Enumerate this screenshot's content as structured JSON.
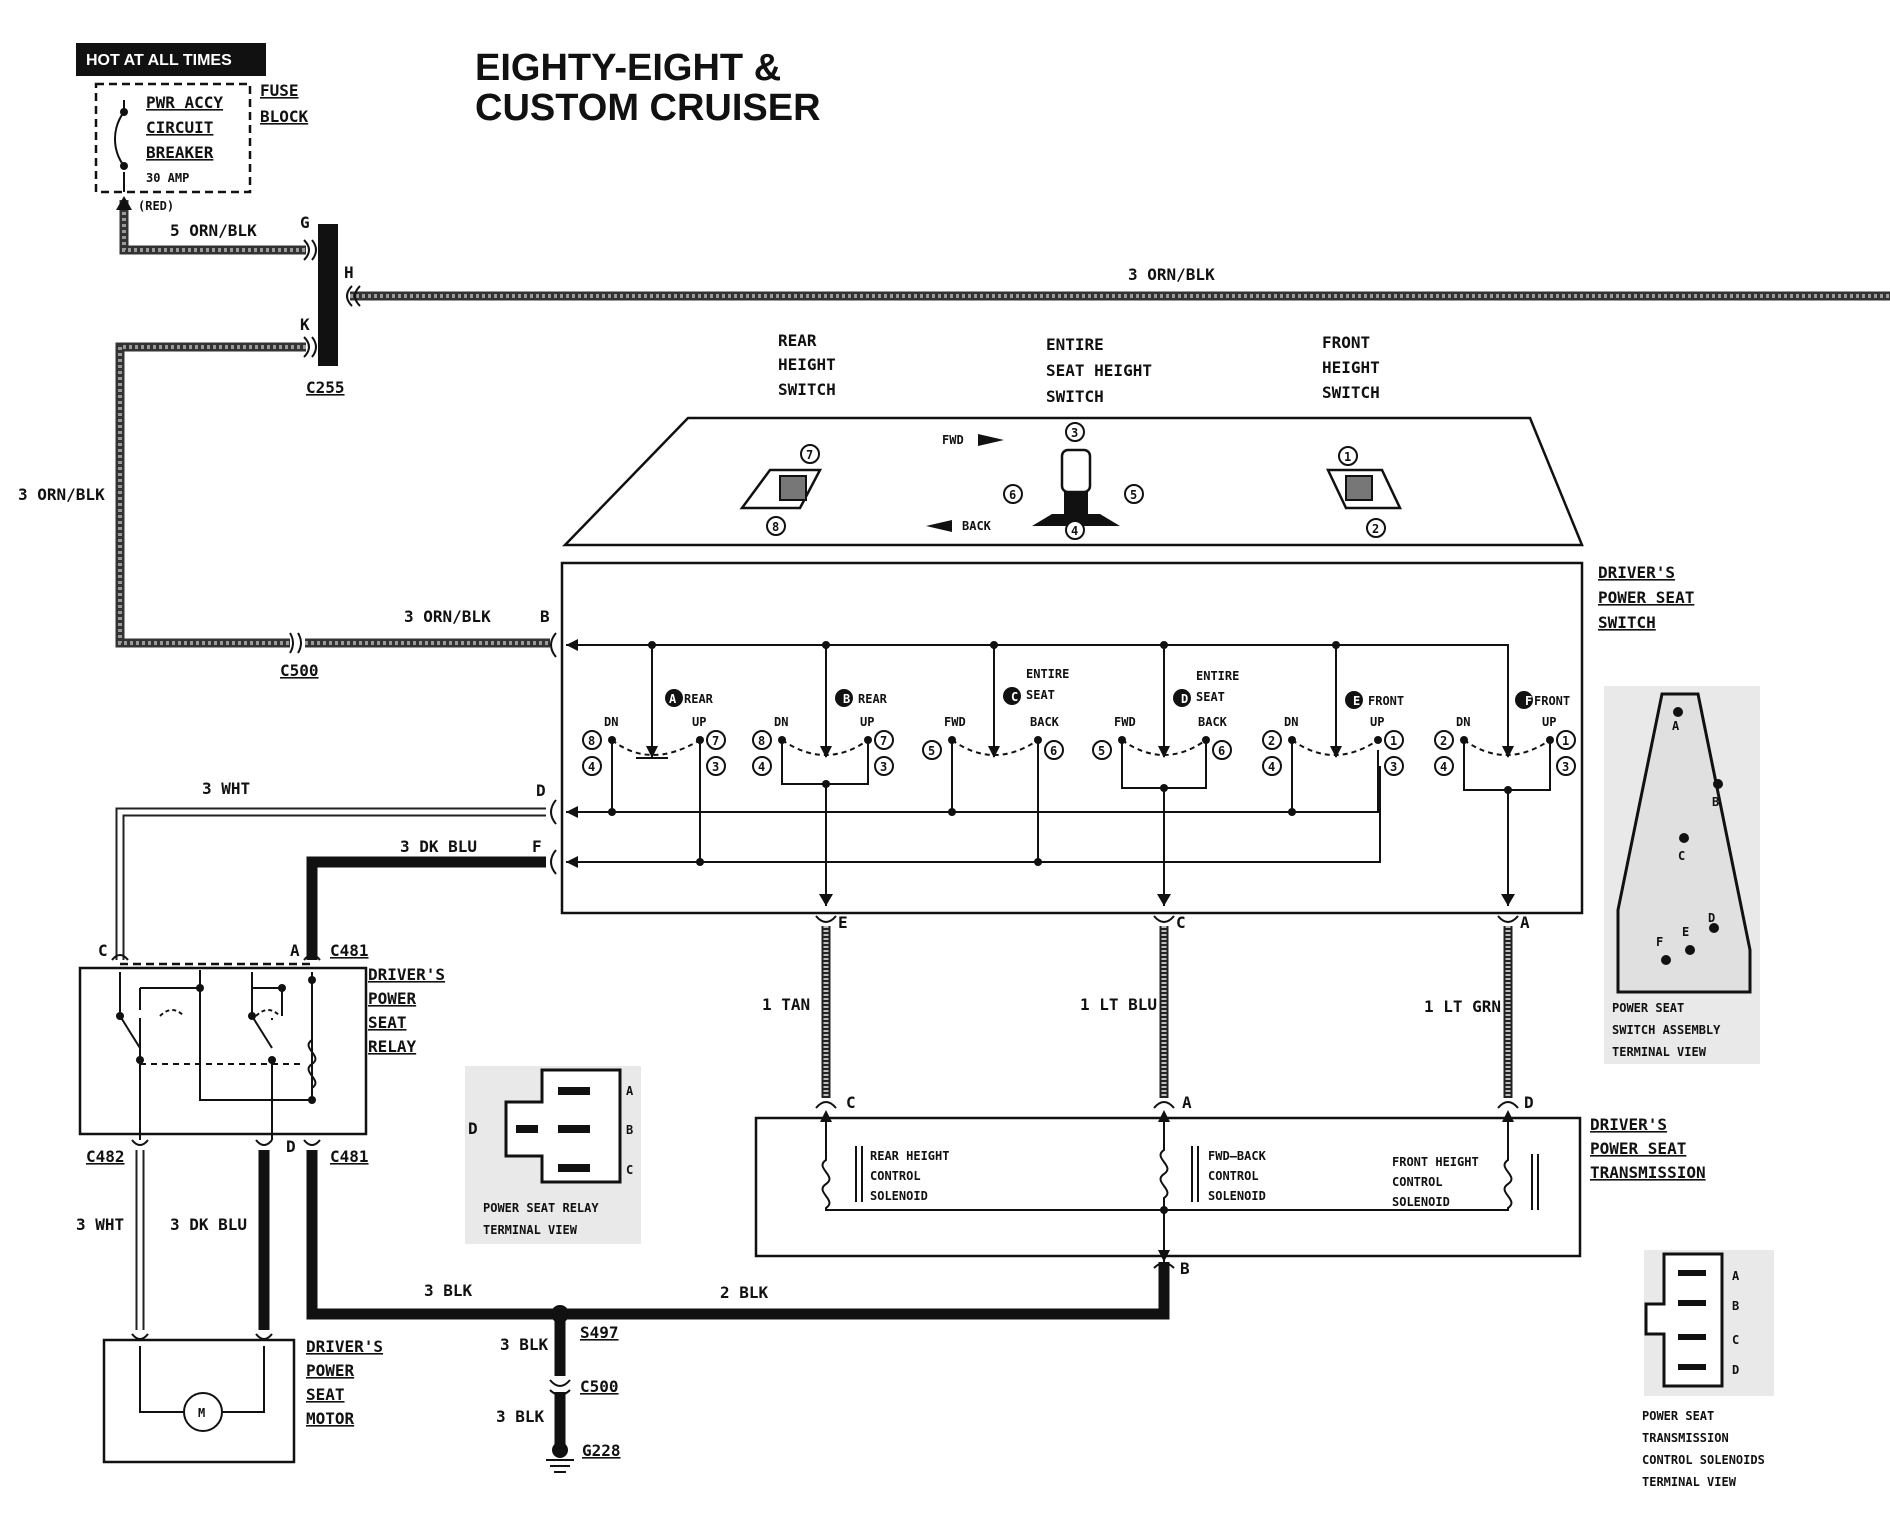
{
  "title": {
    "line1": "EIGHTY-EIGHT &",
    "line2": "CUSTOM CRUISER"
  },
  "fuse_block": {
    "hot_label": "HOT AT ALL TIMES",
    "breaker_l1": "PWR ACCY",
    "breaker_l2": "CIRCUIT",
    "breaker_l3": "BREAKER",
    "amp": "30 AMP",
    "red": "(RED)",
    "fuse_l1": "FUSE",
    "fuse_l2": "BLOCK"
  },
  "wires": {
    "w5orn": "5 ORN/BLK",
    "w3orn_top": "3 ORN/BLK",
    "w3orn_left": "3 ORN/BLK",
    "w3orn_b": "3 ORN/BLK",
    "w3wht_top": "3 WHT",
    "w3dkblu_top": "3 DK BLU",
    "w3wht_bot": "3 WHT",
    "w3dkblu_bot": "3 DK BLU",
    "w1tan": "1 TAN",
    "w1ltblu": "1 LT BLU",
    "w1ltgrn": "1 LT GRN",
    "w3blk_a": "3 BLK",
    "w2blk": "2 BLK",
    "w3blk_b": "3 BLK",
    "w3blk_c": "3 BLK"
  },
  "connectors": {
    "c255": "C255",
    "c500a": "C500",
    "c481a": "C481",
    "c482": "C482",
    "c481b": "C481",
    "s497": "S497",
    "c500b": "C500",
    "g228": "G228",
    "pin_g": "G",
    "pin_h": "H",
    "pin_k": "K",
    "pin_b": "B",
    "pin_d": "D",
    "pin_f": "F",
    "relay_c": "C",
    "relay_a": "A",
    "relay_d": "D",
    "sw_e": "E",
    "sw_c": "C",
    "sw_a": "A",
    "tr_c": "C",
    "tr_a": "A",
    "tr_d": "D",
    "tr_b": "B"
  },
  "switch_panel": {
    "rear_l1": "REAR",
    "rear_l2": "HEIGHT",
    "rear_l3": "SWITCH",
    "entire_l1": "ENTIRE",
    "entire_l2": "SEAT HEIGHT",
    "entire_l3": "SWITCH",
    "front_l1": "FRONT",
    "front_l2": "HEIGHT",
    "front_l3": "SWITCH",
    "fwd": "FWD",
    "back": "BACK",
    "n1": "1",
    "n2": "2",
    "n3": "3",
    "n4": "4",
    "n5": "5",
    "n6": "6",
    "n7": "7",
    "n8": "8"
  },
  "power_switch": {
    "label_l1": "DRIVER'S",
    "label_l2": "POWER SEAT",
    "label_l3": "SWITCH",
    "sections": [
      {
        "letter": "A",
        "name1": "REAR",
        "name2": "",
        "left": "DN",
        "right": "UP",
        "l1": "8",
        "l2": "4",
        "r1": "7",
        "r2": "3"
      },
      {
        "letter": "B",
        "name1": "REAR",
        "name2": "",
        "left": "DN",
        "right": "UP",
        "l1": "8",
        "l2": "4",
        "r1": "7",
        "r2": "3"
      },
      {
        "letter": "C",
        "name1": "ENTIRE",
        "name2": "SEAT",
        "left": "FWD",
        "right": "BACK",
        "l1": "5",
        "l2": "",
        "r1": "6",
        "r2": ""
      },
      {
        "letter": "D",
        "name1": "ENTIRE",
        "name2": "SEAT",
        "left": "FWD",
        "right": "BACK",
        "l1": "5",
        "l2": "",
        "r1": "6",
        "r2": ""
      },
      {
        "letter": "E",
        "name1": "FRONT",
        "name2": "",
        "left": "DN",
        "right": "UP",
        "l1": "2",
        "l2": "4",
        "r1": "1",
        "r2": "3"
      },
      {
        "letter": "F",
        "name1": "FRONT",
        "name2": "",
        "left": "DN",
        "right": "UP",
        "l1": "2",
        "l2": "4",
        "r1": "1",
        "r2": "3"
      }
    ]
  },
  "relay": {
    "l1": "DRIVER'S",
    "l2": "POWER",
    "l3": "SEAT",
    "l4": "RELAY"
  },
  "relay_view": {
    "l1": "POWER SEAT RELAY",
    "l2": "TERMINAL VIEW",
    "a": "A",
    "b": "B",
    "c": "C",
    "d": "D"
  },
  "motor": {
    "l1": "DRIVER'S",
    "l2": "POWER",
    "l3": "SEAT",
    "l4": "MOTOR",
    "m": "M"
  },
  "transmission": {
    "l1": "DRIVER'S",
    "l2": "POWER SEAT",
    "l3": "TRANSMISSION",
    "s1a": "REAR HEIGHT",
    "s1b": "CONTROL",
    "s1c": "SOLENOID",
    "s2a": "FWD—BACK",
    "s2b": "CONTROL",
    "s2c": "SOLENOID",
    "s3a": "FRONT HEIGHT",
    "s3b": "CONTROL",
    "s3c": "SOLENOID"
  },
  "switch_view": {
    "l1": "POWER SEAT",
    "l2": "SWITCH ASSEMBLY",
    "l3": "TERMINAL VIEW",
    "a": "A",
    "b": "B",
    "c": "C",
    "d": "D",
    "e": "E",
    "f": "F"
  },
  "trans_view": {
    "l1": "POWER SEAT",
    "l2": "TRANSMISSION",
    "l3": "CONTROL SOLENOIDS",
    "l4": "TERMINAL VIEW",
    "a": "A",
    "b": "B",
    "c": "C",
    "d": "D"
  }
}
